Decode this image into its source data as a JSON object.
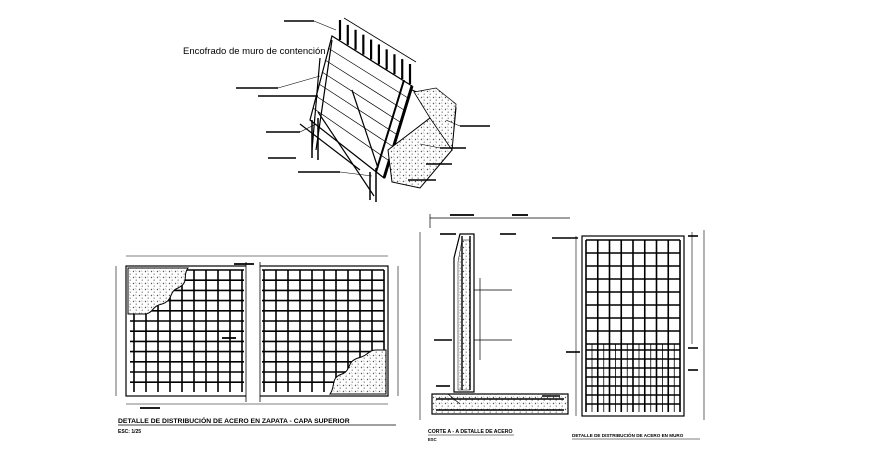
{
  "iso_view": {
    "caption": "Encofrado de muro de contención"
  },
  "footing_plan": {
    "title": "DETALLE DE DISTRIBUCIÓN DE ACERO EN ZAPATA - CAPA SUPERIOR",
    "scale": "ESC: 1/25"
  },
  "section_view": {
    "title": "CORTE A - A DETALLE DE ACERO",
    "scale": "ESC"
  },
  "elevation_view": {
    "title": "DETALLE DE DISTRIBUCIÓN DE ACERO EN MURO"
  },
  "colors": {
    "background": "#ffffff",
    "line": "#000000",
    "hatch": "#777777"
  }
}
